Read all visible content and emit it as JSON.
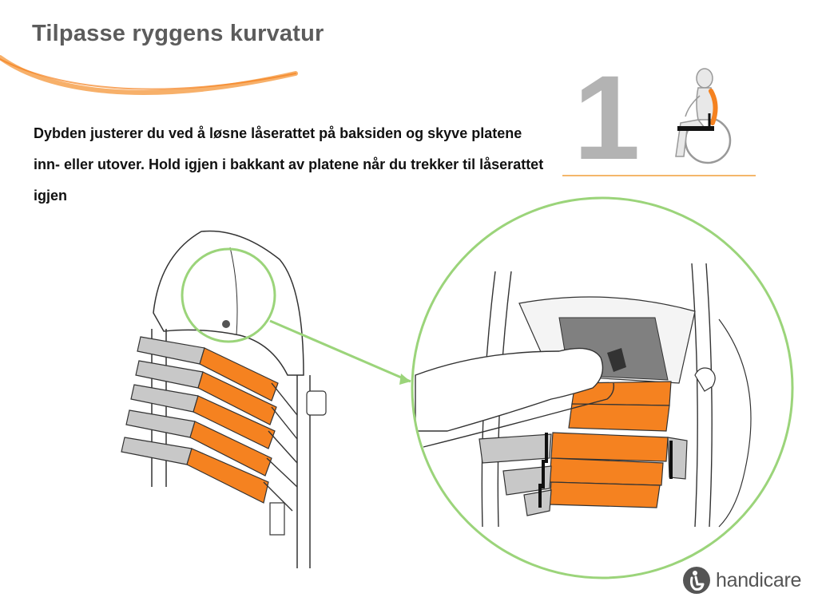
{
  "slide": {
    "title": "Tilpasse ryggens kurvatur",
    "instruction": "Dybden justerer du ved å løsne låserattet på baksiden og skyve platene inn- eller utover. Hold igjen i bakkant av platene når du trekker til låserattet igjen"
  },
  "step": {
    "number": "1"
  },
  "brand": {
    "name": "handicare"
  },
  "colors": {
    "accent_orange": "#f58220",
    "highlight_green": "#9bd47a",
    "step_gray": "#b3b3b3",
    "title_gray": "#5c5c5c"
  },
  "icons": [
    "seated-user-wheelchair-icon",
    "handicare-logo-icon"
  ]
}
